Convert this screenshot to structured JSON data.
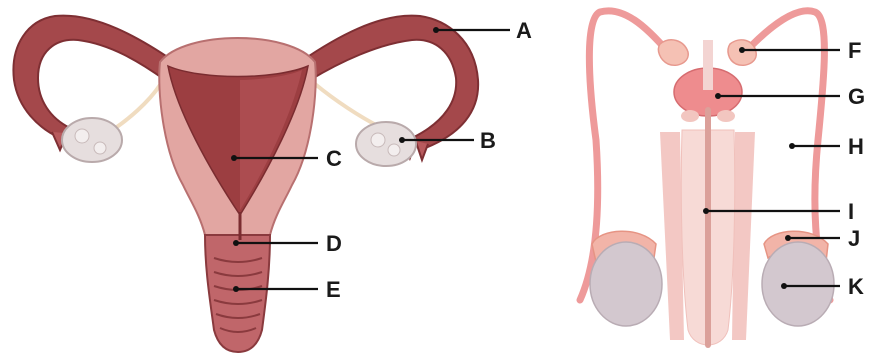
{
  "female": {
    "labels": [
      "A",
      "B",
      "C",
      "D",
      "E"
    ]
  },
  "male": {
    "labels": [
      "F",
      "G",
      "H",
      "I",
      "J",
      "K"
    ]
  },
  "colors": {
    "uterus_dark": "#9b3d40",
    "uterus_mid": "#c0666a",
    "uterus_light": "#e3a8a4",
    "ovary": "#e4dcdc",
    "male_vessel": "#ee9a9a",
    "male_body": "#f7d3d0",
    "testis": "#cfc4cc"
  }
}
